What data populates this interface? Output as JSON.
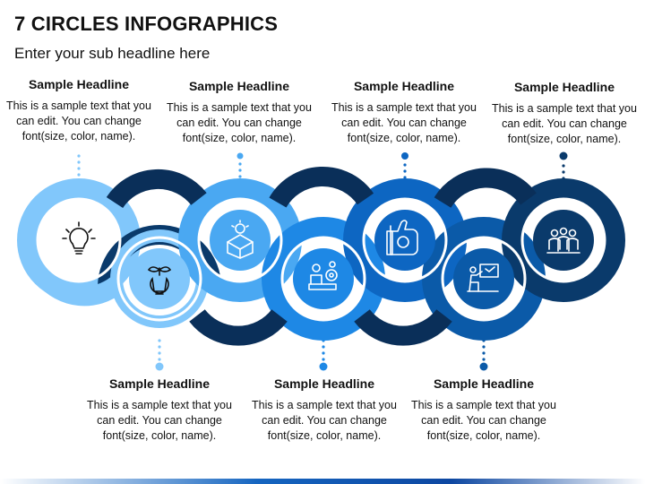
{
  "title": "7 CIRCLES INFOGRAPHICS",
  "subtitle": "Enter your sub headline here",
  "colors": {
    "light": "#81c7fb",
    "sky": "#4aa8f2",
    "mid": "#1e88e5",
    "blue": "#0d66c2",
    "royal": "#0b5aa8",
    "navy": "#0a3a6b",
    "deep": "#0a2f59"
  },
  "steps": [
    {
      "headline": "Sample Headline",
      "body": "This is a sample text that you can edit. You can change font(size, color, name).",
      "icon": "lightbulb-icon",
      "position": "top",
      "color": "#81c7fb"
    },
    {
      "headline": "Sample Headline",
      "body": "This is a sample text that you can edit. You can change font(size, color, name).",
      "icon": "plant-bulb-icon",
      "position": "bottom",
      "color": "#81c7fb"
    },
    {
      "headline": "Sample Headline",
      "body": "This is a sample text that you can edit. You can change font(size, color, name).",
      "icon": "idea-box-icon",
      "position": "top",
      "color": "#4aa8f2"
    },
    {
      "headline": "Sample Headline",
      "body": "This is a sample text that you can edit. You can change font(size, color, name).",
      "icon": "person-gears-icon",
      "position": "bottom",
      "color": "#1e88e5"
    },
    {
      "headline": "Sample Headline",
      "body": "This is a sample text that you can edit. You can change font(size, color, name).",
      "icon": "thumbs-up-icon",
      "position": "top",
      "color": "#0d66c2"
    },
    {
      "headline": "Sample Headline",
      "body": "This is a sample text that you can edit. You can change font(size, color, name).",
      "icon": "presentation-icon",
      "position": "bottom",
      "color": "#0b5aa8"
    },
    {
      "headline": "Sample Headline",
      "body": "This is a sample text that you can edit. You can change font(size, color, name).",
      "icon": "team-icon",
      "position": "top",
      "color": "#0a3a6b"
    }
  ]
}
